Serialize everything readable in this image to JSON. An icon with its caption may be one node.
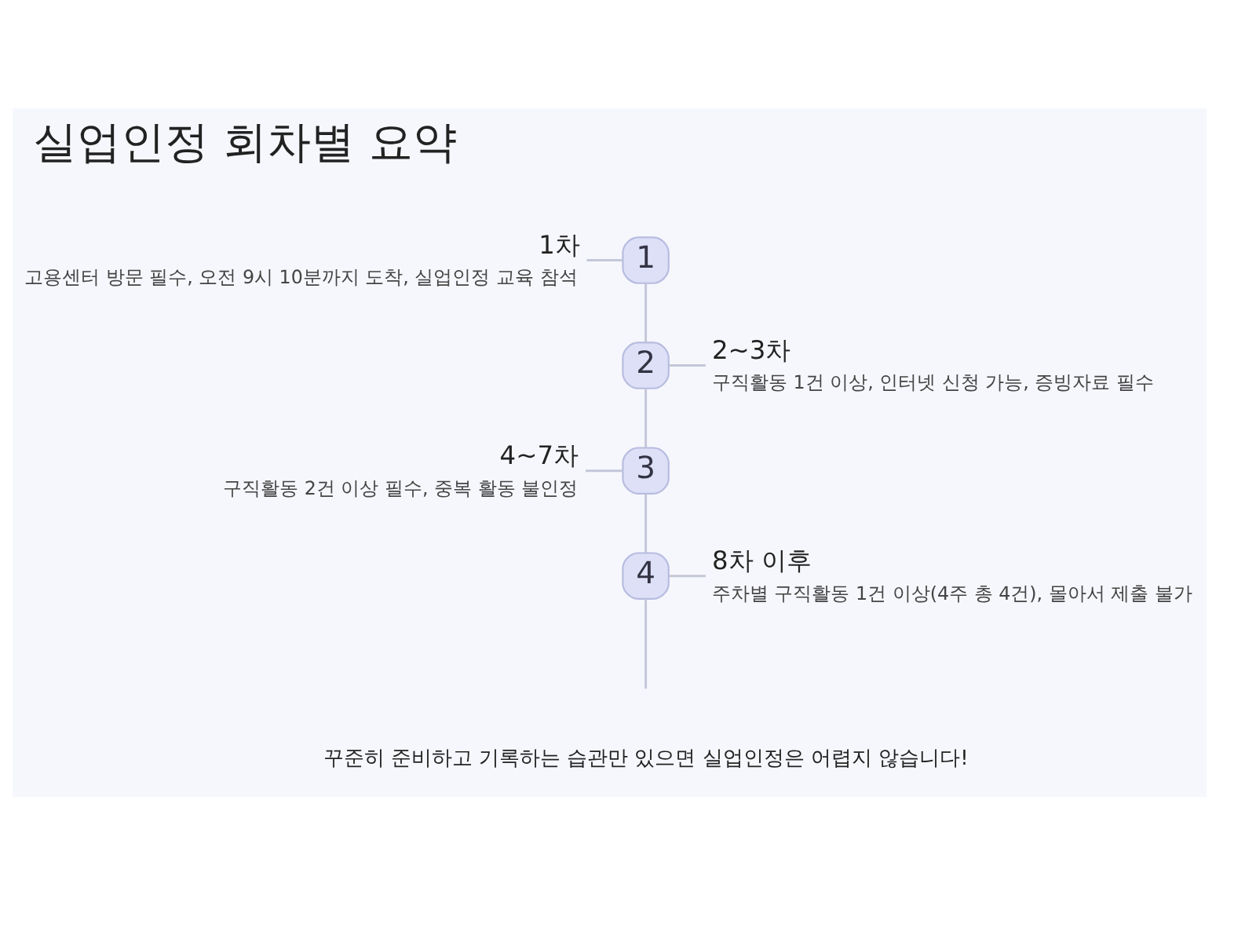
{
  "diagram": {
    "title": "실업인정 회차별 요약",
    "nodes": [
      {
        "text": [
          "1차",
          "고용센터 방문 필수, 오전 9시 10분까지 도착, 실업인정 교육 참석"
        ]
      },
      {
        "text": [
          "1"
        ]
      },
      {
        "text": [
          "2"
        ]
      },
      {
        "text": [
          "2~3차",
          "구직활동 1건 이상, 인터넷 신청 가능, 증빙자료 필수"
        ]
      },
      {
        "text": [
          "4~7차",
          "구직활동 2건 이상 필수, 중복 활동 불인정"
        ]
      },
      {
        "text": [
          "3"
        ]
      },
      {
        "text": [
          "4"
        ]
      },
      {
        "text": [
          "8차 이후",
          "주차별 구직활동 1건 이상(4주 총 4건), 몰아서 제출 불가"
        ]
      }
    ],
    "edges": [
      {
        "from": 0,
        "to": 1,
        "arrow": "none"
      },
      {
        "from": 1,
        "to": 2,
        "arrow": "none"
      },
      {
        "from": 2,
        "to": 3,
        "arrow": "none"
      },
      {
        "from": 2,
        "to": 5,
        "arrow": "none"
      },
      {
        "from": 4,
        "to": 5,
        "arrow": "none"
      },
      {
        "from": 5,
        "to": 6,
        "arrow": "none"
      },
      {
        "from": 6,
        "to": 7,
        "arrow": "none"
      },
      {
        "from": 6,
        "to": null,
        "arrow": "none"
      }
    ],
    "labels": [
      "꾸준히 준비하고 기록하는 습관만 있으면 실업인정은 어렵지 않습니다!"
    ]
  }
}
